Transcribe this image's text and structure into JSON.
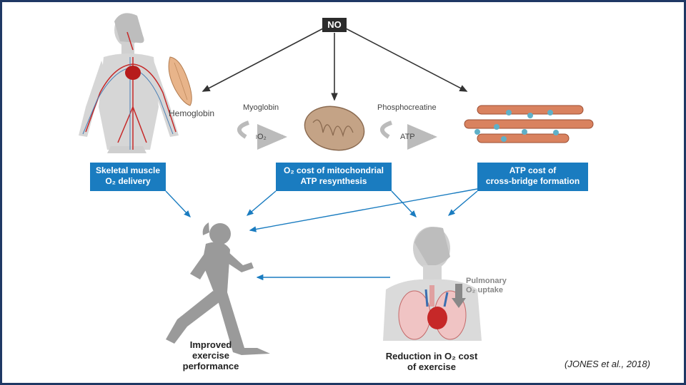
{
  "no_label": "NO",
  "labels": {
    "hemoglobin": "Hemoglobin",
    "myoglobin": "Myoglobin",
    "o2": "O₂",
    "phosphocreatine": "Phosphocreatine",
    "atp": "ATP",
    "pulmonary_line1": "Pulmonary",
    "pulmonary_line2": "O₂ uptake"
  },
  "boxes": {
    "skeletal_line1": "Skeletal muscle",
    "skeletal_line2": "O₂ delivery",
    "mito_line1": "O₂ cost of mitochondrial",
    "mito_line2": "ATP resynthesis",
    "atp_line1": "ATP cost of",
    "atp_line2": "cross-bridge formation"
  },
  "outcomes": {
    "performance_line1": "Improved",
    "performance_line2": "exercise",
    "performance_line3": "performance",
    "reduction_line1": "Reduction in O₂ cost",
    "reduction_line2": "of exercise"
  },
  "citation": "(JONES et al., 2018)",
  "colors": {
    "border": "#1f3864",
    "box": "#1a7cc0",
    "arrow_blue": "#1a7cc0",
    "arrow_dark": "#333333",
    "silhouette": "#9a9a9a",
    "muscle": "#e8b48a",
    "vessel_red": "#c62828",
    "myofilament": "#d9825f"
  }
}
